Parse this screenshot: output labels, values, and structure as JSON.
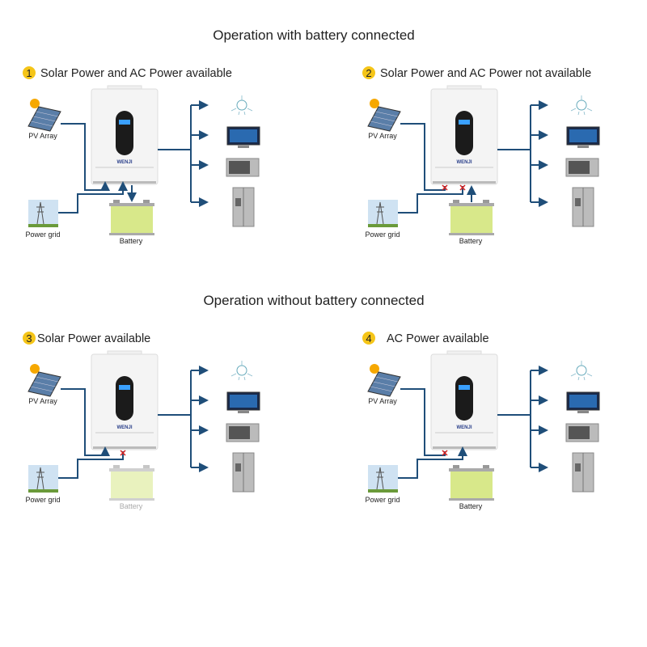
{
  "sections": [
    {
      "title": "Operation with battery connected"
    },
    {
      "title": "Operation without  battery connected"
    }
  ],
  "panels": [
    {
      "number": "1",
      "title": "Solar Power and AC Power available",
      "pv_input": "on",
      "grid_input": "on",
      "battery": "charging"
    },
    {
      "number": "2",
      "title": "Solar Power and AC Power not available",
      "pv_input": "off",
      "grid_input": "off",
      "battery": "discharging"
    },
    {
      "number": "3",
      "title": "Solar Power available",
      "pv_input": "on",
      "grid_input": "off",
      "battery": "absent"
    },
    {
      "number": "4",
      "title": "AC Power available",
      "pv_input": "off",
      "grid_input": "on",
      "battery": "none"
    }
  ],
  "labels": {
    "pv": "PV Array",
    "grid": "Power grid",
    "battery": "Battery"
  },
  "brand": "WENJI",
  "colors": {
    "line": "#1f4e79",
    "badge": "#f5c518",
    "battery": "#d8e88a",
    "cross": "#d62020"
  }
}
